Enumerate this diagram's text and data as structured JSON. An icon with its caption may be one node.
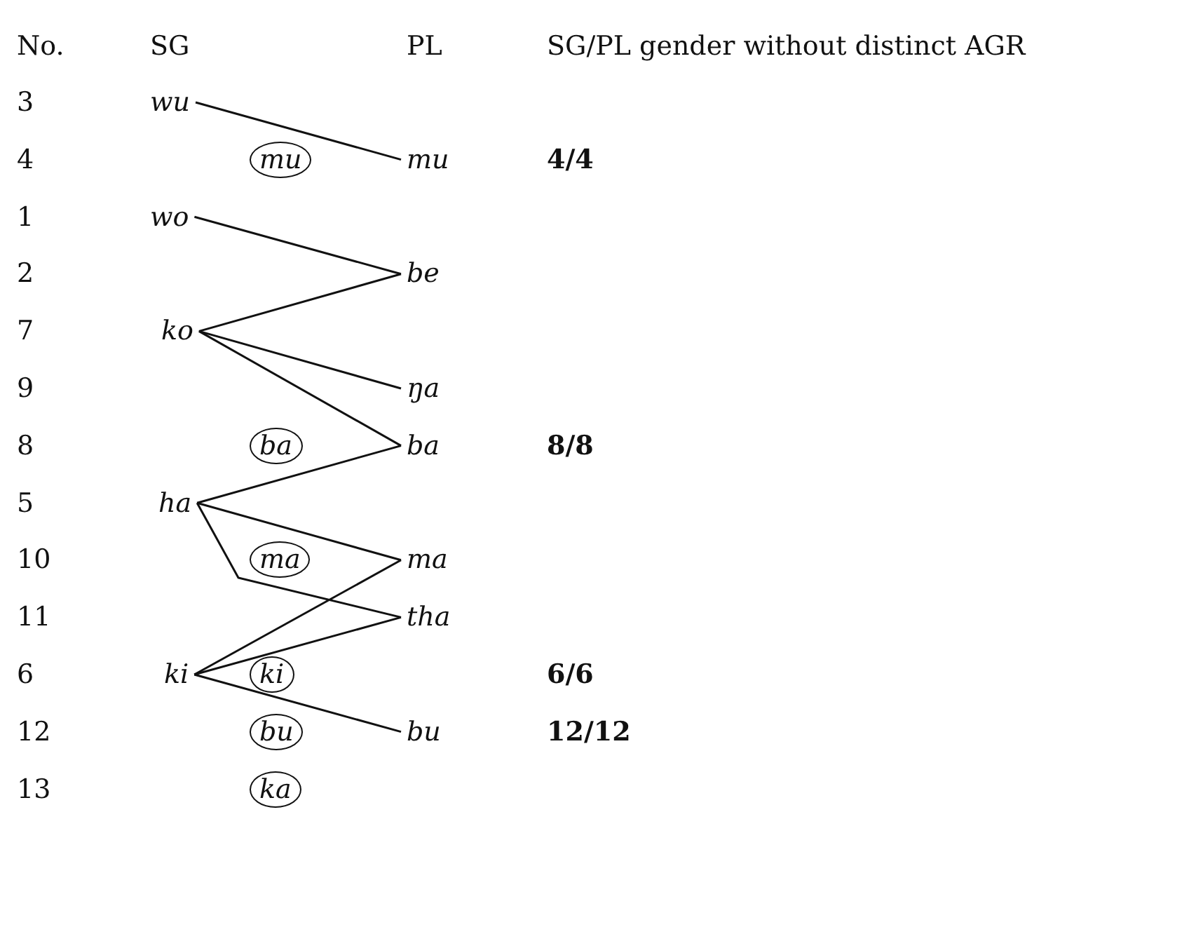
{
  "diagram": {
    "nodes": [
      {
        "text": [
          "wu"
        ]
      },
      {
        "text": [
          "mu"
        ]
      },
      {
        "text": [
          "mu"
        ]
      },
      {
        "text": [
          "wo"
        ]
      },
      {
        "text": [
          "be"
        ]
      },
      {
        "text": [
          "ko"
        ]
      },
      {
        "text": [
          "ŋa"
        ]
      },
      {
        "text": [
          "ba"
        ]
      },
      {
        "text": [
          "ba"
        ]
      },
      {
        "text": [
          "ha"
        ]
      },
      {
        "text": [
          "ma"
        ]
      },
      {
        "text": [
          "ma"
        ]
      },
      {
        "text": [
          "tha"
        ]
      },
      {
        "text": [
          "ki"
        ]
      },
      {
        "text": [
          "ki"
        ]
      },
      {
        "text": [
          "bu"
        ]
      },
      {
        "text": [
          "bu"
        ]
      },
      {
        "text": [
          "ka"
        ]
      }
    ],
    "edges": [
      {
        "from": 0,
        "to": 2,
        "arrow": "none"
      },
      {
        "from": 3,
        "to": 4,
        "arrow": "none"
      },
      {
        "from": 5,
        "to": 4,
        "arrow": "none"
      },
      {
        "from": 5,
        "to": 6,
        "arrow": "none"
      },
      {
        "from": 5,
        "to": 8,
        "arrow": "none"
      },
      {
        "from": 9,
        "to": 8,
        "arrow": "none"
      },
      {
        "from": 9,
        "to": 11,
        "arrow": "none"
      },
      {
        "from": 9,
        "to": 12,
        "arrow": "none"
      },
      {
        "from": 13,
        "to": 11,
        "arrow": "none"
      },
      {
        "from": 13,
        "to": 12,
        "arrow": "none"
      },
      {
        "from": 13,
        "to": 16,
        "arrow": "none"
      }
    ],
    "labels": [
      "No.",
      "SG",
      "PL",
      "SG/PL gender without distinct AGR",
      "3",
      "4",
      "4/4",
      "1",
      "2",
      "7",
      "9",
      "8",
      "8/8",
      "5",
      "10",
      "11",
      "6",
      "6/6",
      "12",
      "12/12",
      "13"
    ]
  }
}
